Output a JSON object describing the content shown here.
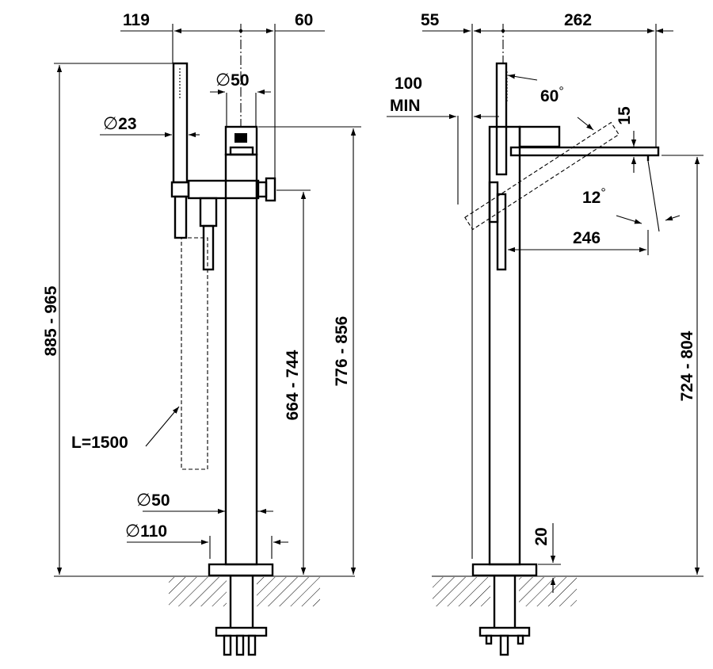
{
  "front_view": {
    "dim_top_left": "119",
    "dim_top_right": "60",
    "dim_diameter_spout": "50",
    "dim_diameter_handshower": "23",
    "dim_total_height": "885 - 965",
    "dim_handle_height": "664 - 744",
    "dim_spout_height": "776 - 856",
    "hose_length": "L=1500",
    "dim_diameter_column": "50",
    "dim_diameter_base": "110",
    "diameter_symbol": "∅"
  },
  "side_view": {
    "dim_top_left": "55",
    "dim_top_right": "262",
    "dim_min_clearance_value": "100",
    "dim_min_clearance_unit": "MIN",
    "angle_handshower": "60",
    "angle_spout": "12",
    "dim_spout_offset": "15",
    "dim_spout_reach": "246",
    "dim_spout_height": "724 - 804",
    "dim_floor_gap": "20",
    "degree_symbol": "°"
  }
}
